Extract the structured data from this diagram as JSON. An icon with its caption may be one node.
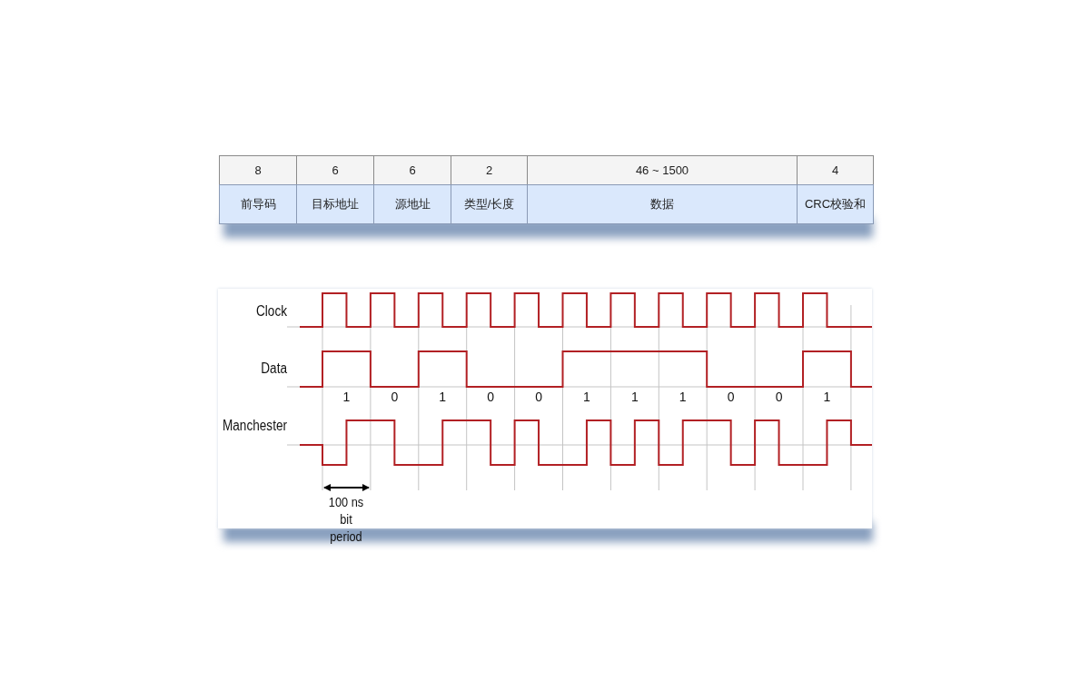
{
  "diagram": {
    "labels": [
      "8",
      "6",
      "6",
      "2",
      "46 ~ 1500",
      "4",
      "前导码",
      "目标地址",
      "源地址",
      "类型/长度",
      "数据",
      "CRC校验和",
      "Clock",
      "Data",
      "Manchester",
      "1",
      "0",
      "1",
      "0",
      "0",
      "1",
      "1",
      "1",
      "0",
      "0",
      "1",
      "100 ns bit period"
    ]
  }
}
